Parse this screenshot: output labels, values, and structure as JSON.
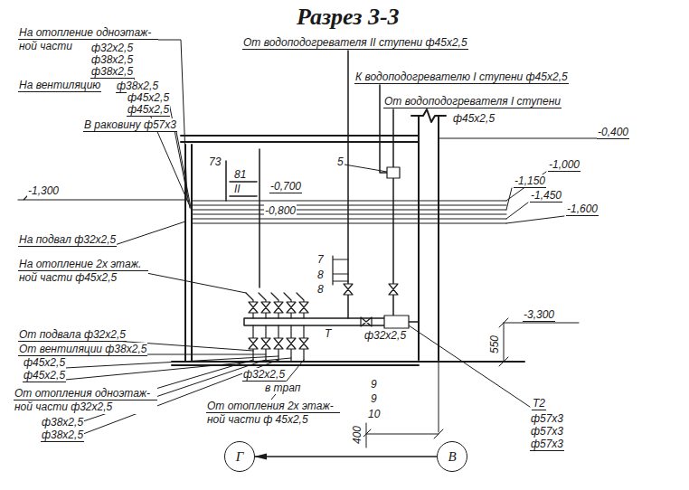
{
  "diagram": {
    "title": "Разрез 3-3",
    "nodes": [
      {
        "text": [
          "Г"
        ]
      },
      {
        "text": [
          "В"
        ]
      }
    ],
    "edges": [
      {
        "from": 1,
        "to": 0,
        "arrow": "to"
      }
    ],
    "labels": [
      "На отопление одноэтаж- ной части",
      "ф32х2,5",
      "ф38х2,5",
      "ф38х2,5",
      "На вентиляцию",
      "ф38х2,5",
      "ф45х2,5",
      "ф45х2,5",
      "В раковину ф57х3",
      "-1,300",
      "73",
      "81",
      "II",
      "-0,700",
      "-0,800",
      "От водоподогревателя II ступени ф45х2,5",
      "К водоподогревателю I ступени ф45х2,5",
      "От водоподогревателя I ступени",
      "ф45х2,5",
      "5",
      "-0,400",
      "-1,000",
      "-1,150",
      "-1,450",
      "-1,600",
      "На подвал ф32х2,5",
      "На отопление 2х этаж. ной части ф45х2,5",
      "7",
      "8",
      "8",
      "От подвала ф32х2,5",
      "От вентиляции ф38х2,5",
      "ф45х2,5",
      "ф45х2,5",
      "ф32х2,5",
      "в трап",
      "ф32х2,5",
      "Т",
      "9",
      "9",
      "10",
      "400",
      "550",
      "-3,300",
      "Т2",
      "ф57х3",
      "ф57х3",
      "ф57х3",
      "От отопления одноэтаж- ной части ф32х2,5",
      "ф38х2,5",
      "ф38х2,5",
      "От отопления 2х этаж- ной части ф 45х2,5"
    ]
  }
}
